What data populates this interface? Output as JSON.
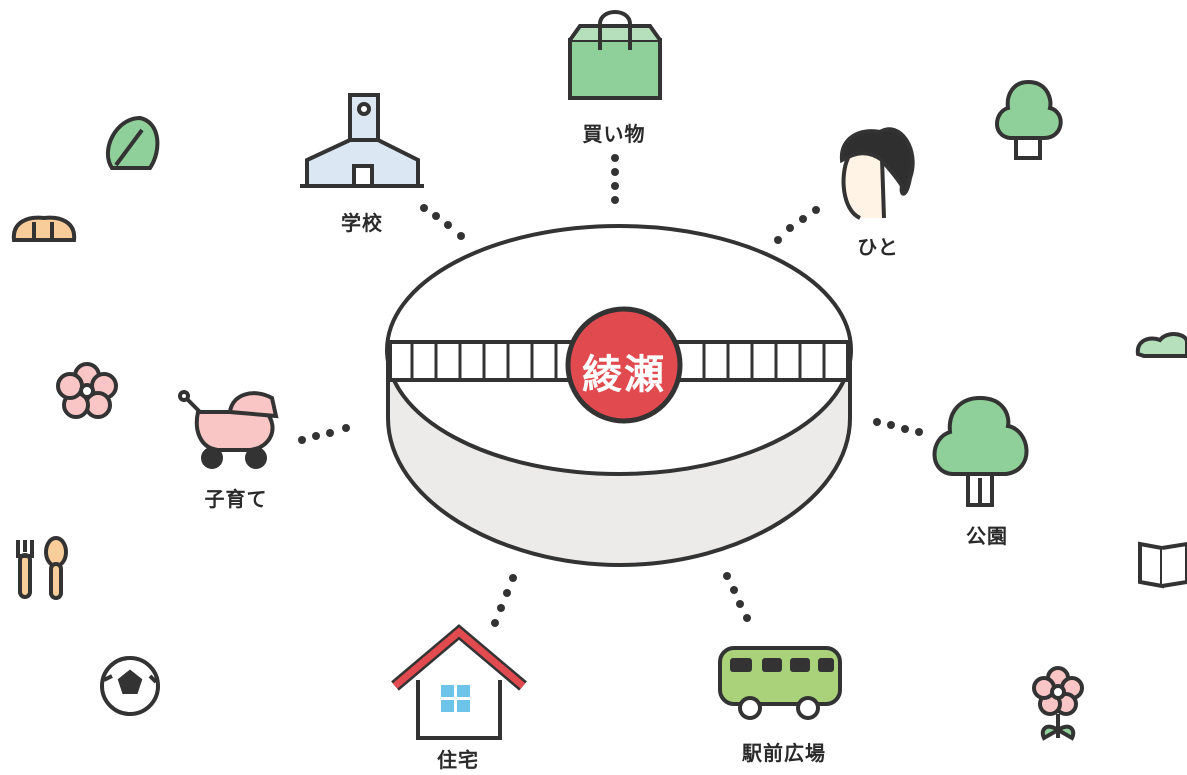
{
  "center": {
    "label": "綾瀬",
    "accent": "#e14a4f"
  },
  "nodes": {
    "school": "学校",
    "shopping": "買い物",
    "people": "ひと",
    "childcare": "子育て",
    "park": "公園",
    "housing": "住宅",
    "station_square": "駅前広場"
  },
  "icons": [
    "lettuce-icon",
    "bread-icon",
    "flower-icon",
    "fork-spoon-icon",
    "soccer-ball-icon",
    "tree-icon",
    "cloud-icon",
    "book-icon",
    "flower-pot-icon"
  ],
  "colors": {
    "green": "#8fcf99",
    "pink": "#f9c5c5",
    "bus": "#a9d27a",
    "house_roof": "#e14a4f",
    "window": "#6ec3e8"
  }
}
